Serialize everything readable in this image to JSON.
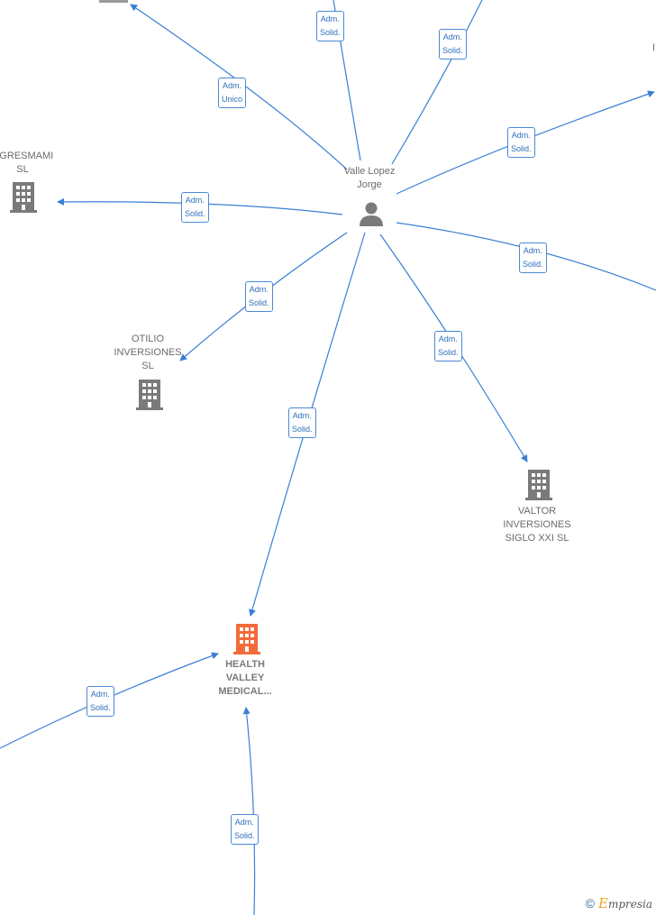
{
  "nodes": {
    "center_person": {
      "line1": "Valle Lopez",
      "line2": "Jorge"
    },
    "progresmami": {
      "line1": "OGRESMAMI",
      "line2": "SL"
    },
    "otilio": {
      "line1": "OTILIO",
      "line2": "INVERSIONES",
      "line3": "SL"
    },
    "valtor": {
      "line1": "VALTOR",
      "line2": "INVERSIONES",
      "line3": "SIGLO XXI  SL"
    },
    "health_valley": {
      "line1": "HEALTH",
      "line2": "VALLEY",
      "line3": "MEDICAL..."
    },
    "partial_right": {
      "line1": "I"
    }
  },
  "edge_labels": [
    {
      "id": "e1",
      "line1": "Adm.",
      "line2": "Solid."
    },
    {
      "id": "e2",
      "line1": "Adm.",
      "line2": "Solid."
    },
    {
      "id": "e3",
      "line1": "Adm.",
      "line2": "Unico"
    },
    {
      "id": "e4",
      "line1": "Adm.",
      "line2": "Solid."
    },
    {
      "id": "e5",
      "line1": "Adm.",
      "line2": "Solid."
    },
    {
      "id": "e6",
      "line1": "Adm.",
      "line2": "Solid."
    },
    {
      "id": "e7",
      "line1": "Adm.",
      "line2": "Solid."
    },
    {
      "id": "e8",
      "line1": "Adm.",
      "line2": "Solid."
    },
    {
      "id": "e9",
      "line1": "Adm.",
      "line2": "Solid."
    },
    {
      "id": "e10",
      "line1": "Adm.",
      "line2": "Solid."
    },
    {
      "id": "e11",
      "line1": "Adm.",
      "line2": "Solid."
    }
  ],
  "footer": {
    "copyright": "©",
    "brand_initial": "E",
    "brand_rest": "mpresia"
  },
  "colors": {
    "edge": "#3a7fd5",
    "company": "#7a7a7a",
    "focus_company": "#f26b3a",
    "person": "#7a7a7a"
  },
  "icons": {
    "person": "person-icon",
    "company": "building-icon"
  }
}
